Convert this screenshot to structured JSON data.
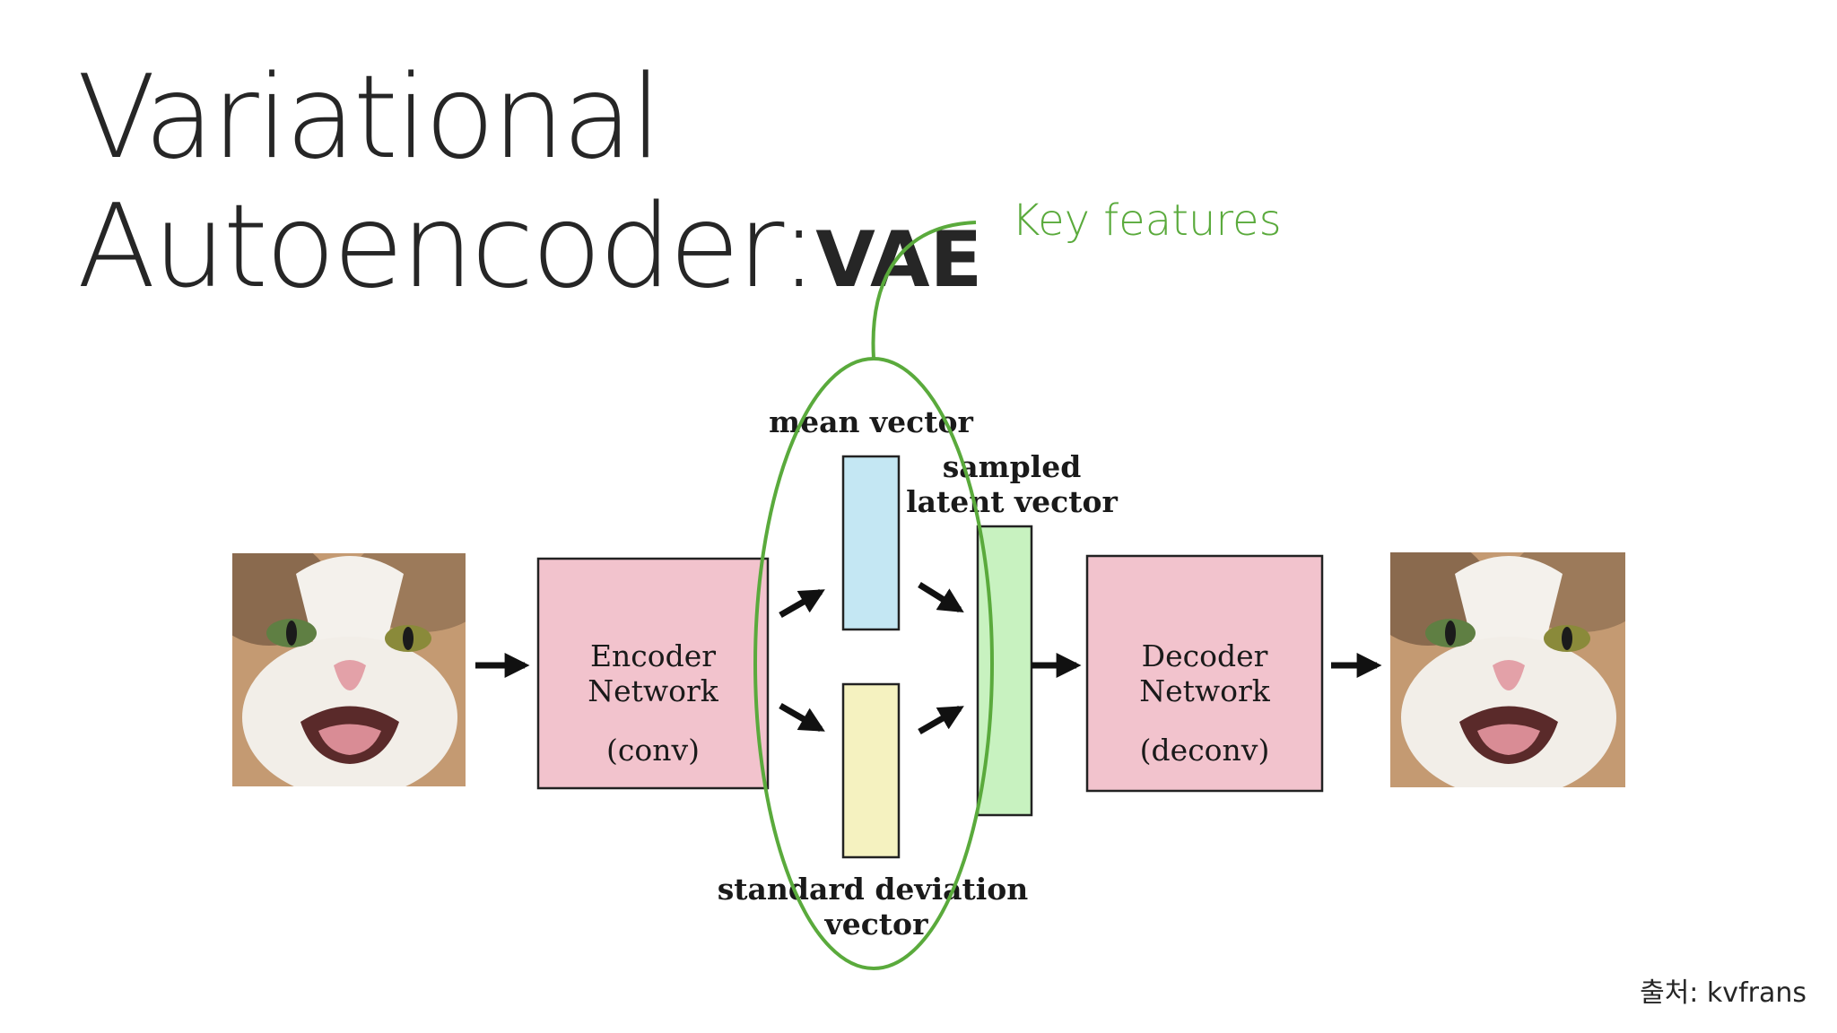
{
  "title": {
    "line1": "Variational",
    "line2": "Autoencoder:",
    "abbr": "VAE"
  },
  "source": "출처: kvfrans",
  "diagram": {
    "annotation": "Key features",
    "encoder": {
      "line1": "Encoder",
      "line2": "Network",
      "line3": "(conv)"
    },
    "decoder": {
      "line1": "Decoder",
      "line2": "Network",
      "line3": "(deconv)"
    },
    "mean_label": "mean vector",
    "std_label": {
      "line1": "standard deviation",
      "line2": "vector"
    },
    "latent_label": {
      "line1": "sampled",
      "line2": "latent vector"
    }
  },
  "colors": {
    "network_box": "#f2c3cd",
    "mean_vector": "#c4e7f3",
    "std_vector": "#f5f2c0",
    "latent_vector": "#c8f2c0",
    "highlight": "#5aaa3c"
  },
  "icons": {
    "input_image": "cat-photo",
    "output_image": "reconstructed-cat-photo"
  }
}
